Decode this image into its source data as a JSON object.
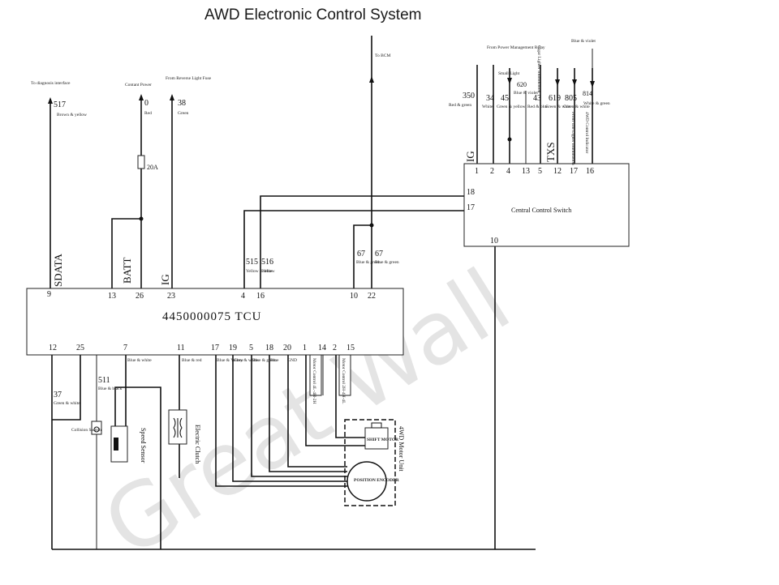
{
  "title": "AWD Electronic Control System",
  "watermark": "Great Wall",
  "tcu": {
    "model": "4450000075  TCU",
    "top_pins": [
      "9",
      "13",
      "26",
      "23",
      "4",
      "16",
      "10",
      "22"
    ],
    "top_pin_names": [
      "SDATA",
      "BATT",
      "IG"
    ],
    "bottom_pins": [
      "12",
      "25",
      "7",
      "11",
      "17",
      "19",
      "5",
      "18",
      "20",
      "1",
      "14",
      "2",
      "15"
    ]
  },
  "ccs": {
    "label": "Central Control Switch",
    "top_pins": [
      "1",
      "2",
      "4",
      "13",
      "5",
      "12",
      "17",
      "16"
    ],
    "side_pins": [
      "18",
      "17"
    ],
    "bottom_pin": "10",
    "pin_names": [
      "IG",
      "TXS"
    ]
  },
  "top_wires": {
    "diag_label": "To diagnosis interface",
    "diag_num": "517",
    "diag_color": "Brown & yellow",
    "const_label": "Contant Power",
    "const_num": "0",
    "const_color": "Red",
    "fuse": "20A",
    "rev_label": "From Reverse Light Fuse",
    "rev_num": "38",
    "rev_color": "Green",
    "bcm_label": "To BCM",
    "tcu_wire_515": "515",
    "tcu_wire_515_color": "Yellow & blue",
    "tcu_wire_516": "516",
    "tcu_wire_516_color": "Yellow",
    "tcu_wire_67a": "67",
    "tcu_wire_67a_color": "Blue & green",
    "tcu_wire_67b": "67",
    "tcu_wire_67b_color": "Blue & green"
  },
  "ccs_wires": {
    "relay_label": "From Power Management Relay",
    "small_light": "Small Light",
    "cigar_label": "Cigar Lighter Illumination",
    "bv_label": "Blue & violet",
    "w350": "350",
    "w350c": "Red & green",
    "w34": "34",
    "w34c": "White",
    "w45": "45",
    "w45c": "Green & yellow",
    "w620": "620",
    "w620c": "Blue & violet",
    "w43": "43",
    "w43c": "Red & blue",
    "w619": "619",
    "w619c": "Green & white",
    "w805": "805",
    "w805c": "Green & white",
    "w805d": "From Tail Lights Illumination",
    "w814": "814",
    "w814c": "White & green",
    "w814d": "4WD Control Indicator"
  },
  "bottom_wires": {
    "w37": "37",
    "w37c": "Green & white",
    "w511": "511",
    "w511c": "Blue & black",
    "p7c": "Blue & white",
    "p11c": "Blue & red",
    "p17c": "Blue & Yellow",
    "p19c": "Grey & white",
    "p5c": "Blue & green",
    "p18c": "Blue",
    "p20c": "GND",
    "p1c": "Motor Control 4L-4H-2H",
    "p2c": "Motor Control 2H-4H-4L"
  },
  "components": {
    "collision": "Collision Switch",
    "speed": "Speed Sensor",
    "clutch": "Electric Clutch",
    "motor_unit": "4WD Motor Unit",
    "shift_motor": "SHIFT MOTOR",
    "encoder": "POSITION ENCODER"
  }
}
